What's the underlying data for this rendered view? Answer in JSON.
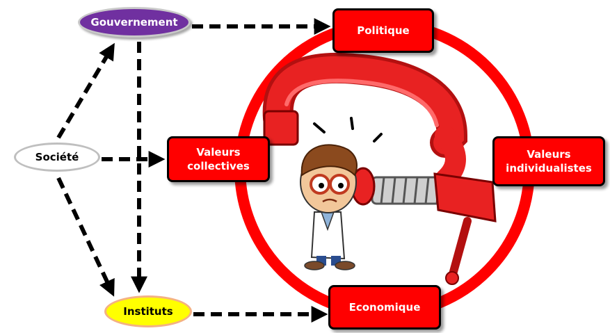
{
  "nodes": {
    "gouvernement": "Gouvernement",
    "societe": "Société",
    "instituts": "Instituts",
    "politique": "Politique",
    "valeurs_collectives": [
      "Valeurs",
      "collectives"
    ],
    "valeurs_individualistes": [
      "Valeurs",
      "individualistes"
    ],
    "economique": "Economique"
  },
  "illustration": {
    "description_icon": "scientist-in-clamp",
    "colors": {
      "ring": "#ff0000",
      "clamp": "#e01a1a",
      "skin": "#f2c79a",
      "hair": "#8b4a1e"
    }
  },
  "colors": {
    "accent": "#ff0000",
    "gouvernement": "#7030a0",
    "instituts": "#ffff00",
    "arrow": "#000000"
  }
}
